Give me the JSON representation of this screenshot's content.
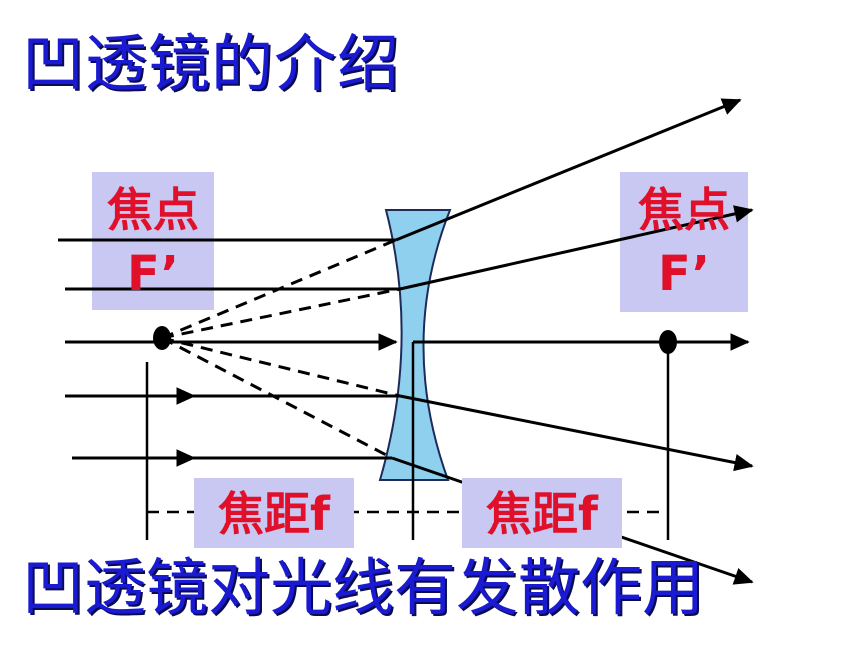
{
  "title": "凹透镜的介绍",
  "caption": "凹透镜对光线有发散作用",
  "labels": {
    "focus_left_line1": "焦点",
    "focus_left_line2": "F’",
    "focus_right_line1": "焦点",
    "focus_right_line2": "F’",
    "focal_length_left": "焦距f",
    "focal_length_right": "焦距f"
  },
  "colors": {
    "title_text": "#1a1ad2",
    "label_text": "#e0102a",
    "label_box": "#c8c8f2",
    "lens_fill": "#8fd0ee",
    "lens_stroke": "#1e2a5a",
    "ray": "#000000"
  }
}
